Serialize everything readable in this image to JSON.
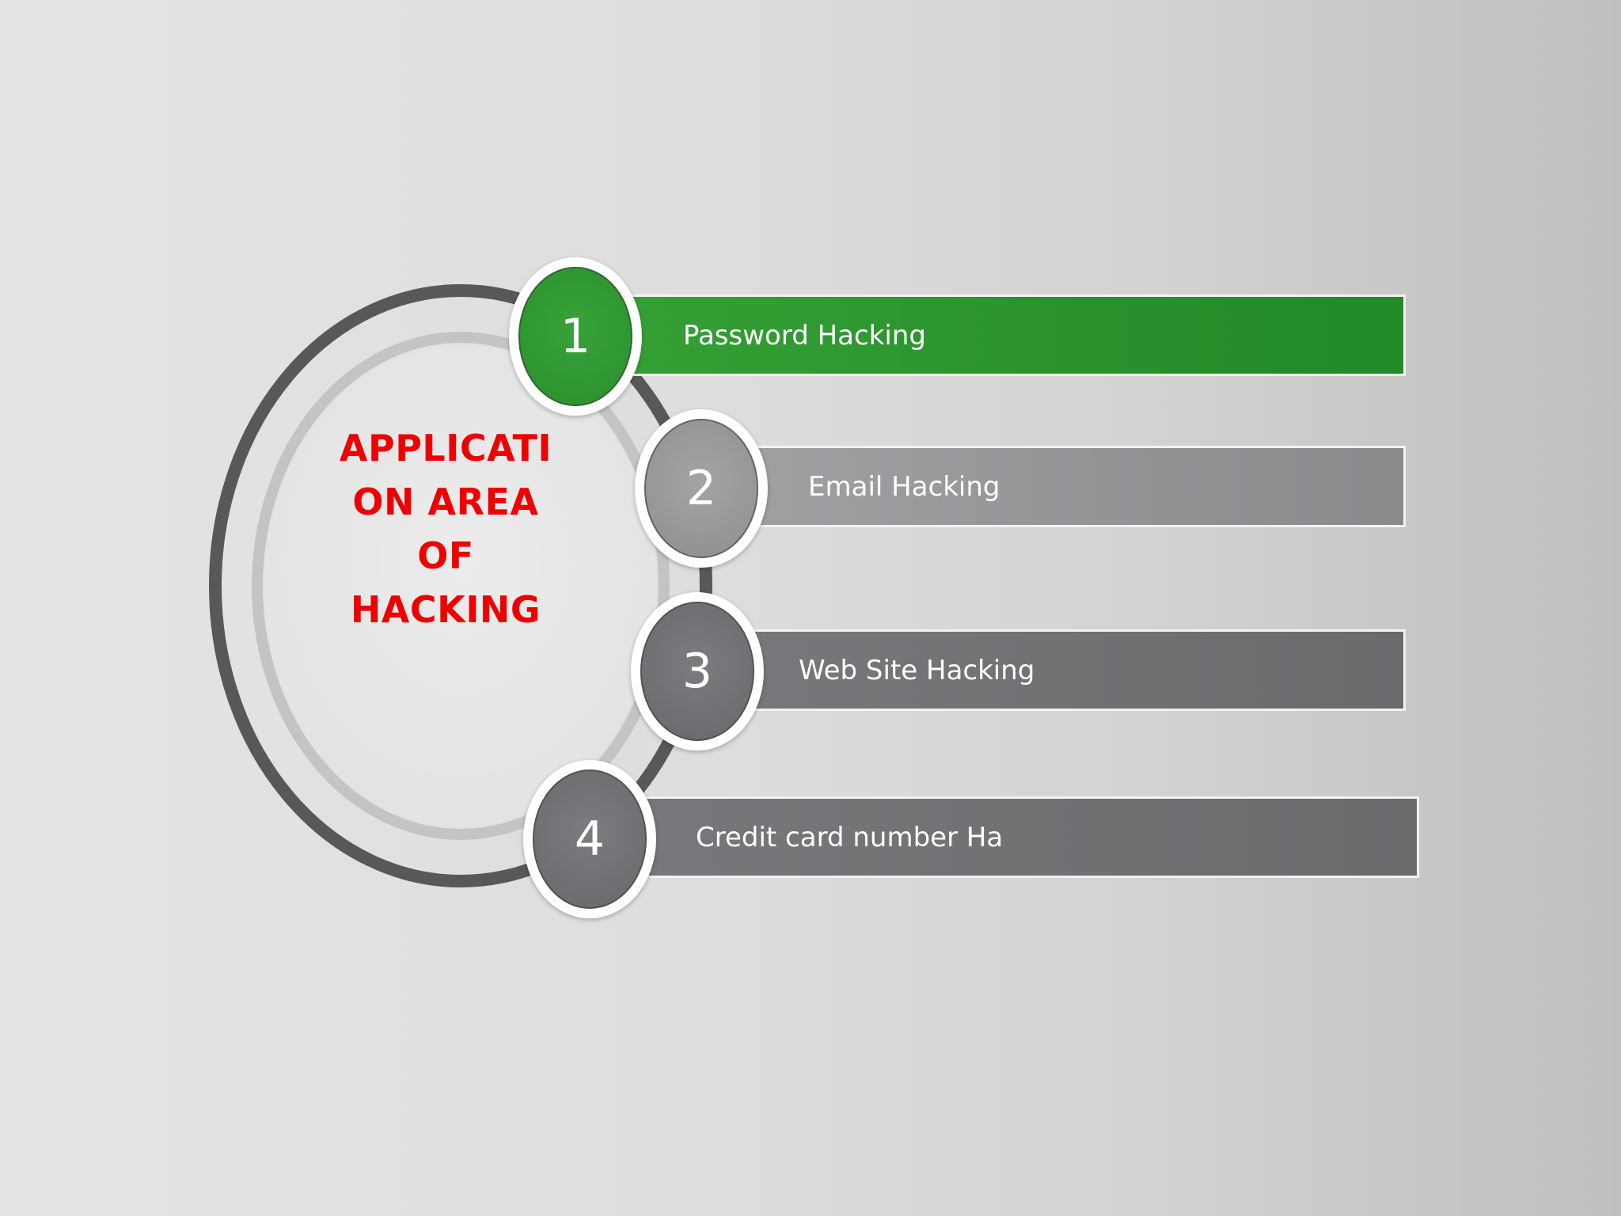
{
  "title": {
    "lines": [
      "APPLICATI",
      "ON AREA",
      "OF",
      "HACKING"
    ]
  },
  "items": [
    {
      "number": "1",
      "label": "Password Hacking"
    },
    {
      "number": "2",
      "label": "Email Hacking"
    },
    {
      "number": "3",
      "label": "Web Site Hacking"
    },
    {
      "number": "4",
      "label": "Credit card number Ha"
    }
  ],
  "colors": {
    "title": "#ee0000",
    "active": "#2a902c",
    "grey_light": "#939295",
    "grey_dark": "#707073",
    "ring": "#58585a"
  }
}
